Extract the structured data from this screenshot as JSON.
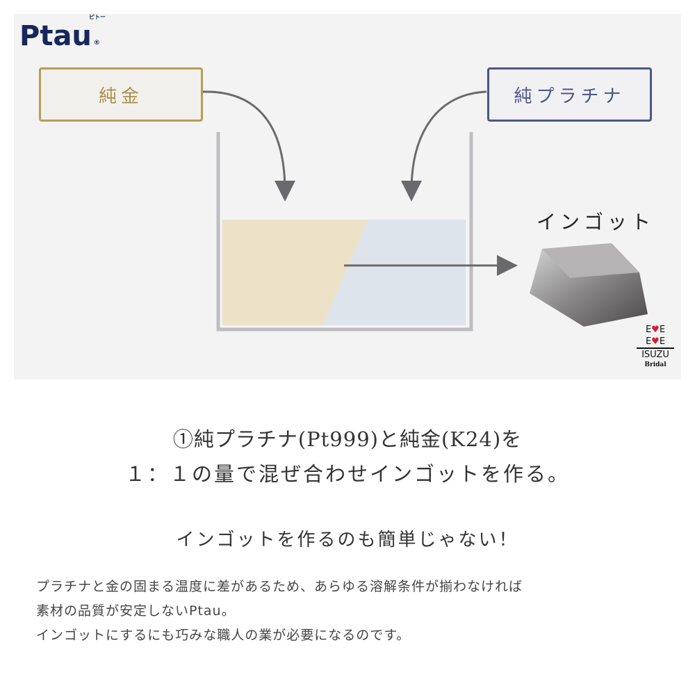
{
  "logo": {
    "text": "Ptau",
    "ruby": "ピトー",
    "mark": "®"
  },
  "diagram": {
    "gold_label": "純金",
    "platinum_label": "純プラチナ",
    "ingot_label": "インゴット",
    "colors": {
      "gold": "#b79d52",
      "platinum": "#4d5585",
      "gold_liquid": "#ece2c8",
      "platinum_liquid": "#dde4ec",
      "arrow": "#6a6a6e"
    }
  },
  "brand": {
    "line1": "E♥E",
    "line2": "E♥E",
    "line3": "ISUZU",
    "line4": "Bridal"
  },
  "heading": {
    "line1": "①純プラチナ(Pt999)と純金(K24)を",
    "line2": "１：１の量で混ぜ合わせインゴットを作る。"
  },
  "subheading": "インゴットを作るのも簡単じゃない！",
  "body": [
    "プラチナと金の固まる温度に差があるため、あらゆる溶解条件が揃わなければ",
    "素材の品質が安定しないPtau。",
    "インゴットにするにも巧みな職人の業が必要になるのです。"
  ]
}
